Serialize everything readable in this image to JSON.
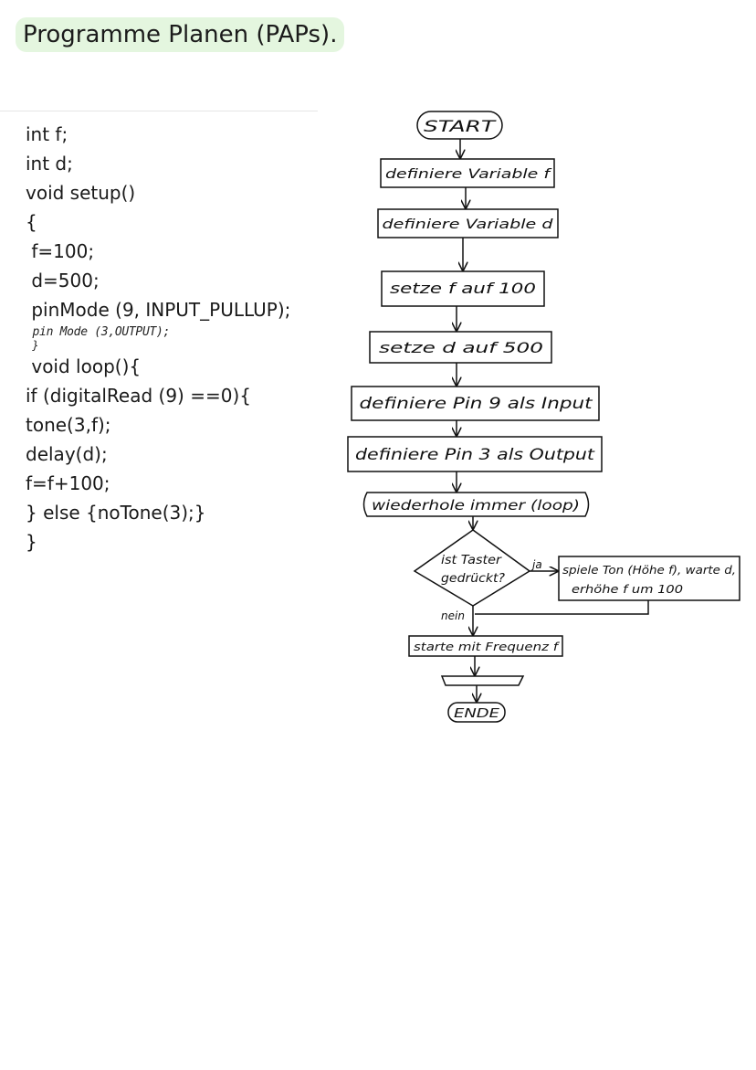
{
  "page": {
    "title": "Programme Planen (PAPs)."
  },
  "code_lines": [
    "int f;",
    "int d;",
    "void setup()",
    "{",
    " f=100;",
    " d=500;",
    " pinMode (9, INPUT_PULLUP);",
    " pin Mode (3,OUTPUT);",
    " }",
    " void loop(){",
    "if (digitalRead (9) ==0){",
    "tone(3,f);",
    "delay(d);",
    "f=f+100;",
    "} else {noTone(3);}",
    "}"
  ],
  "flowchart": {
    "start": "START",
    "step1": "definiere Variable f",
    "step2": "definiere Variable d",
    "step3": "setze f auf 100",
    "step4": "setze d auf 500",
    "step5": "definiere Pin 9 als Input",
    "step6": "definiere Pin 3 als Output",
    "loop": "wiederhole immer (loop)",
    "decision_line1": "ist Taster",
    "decision_line2": "gedrückt?",
    "yes_label": "ja",
    "no_label": "nein",
    "action_line1": "spiele Ton (Höhe f), warte d,",
    "action_line2": "erhöhe f um 100",
    "step7": "starte mit Frequenz f",
    "end": "ENDE"
  }
}
